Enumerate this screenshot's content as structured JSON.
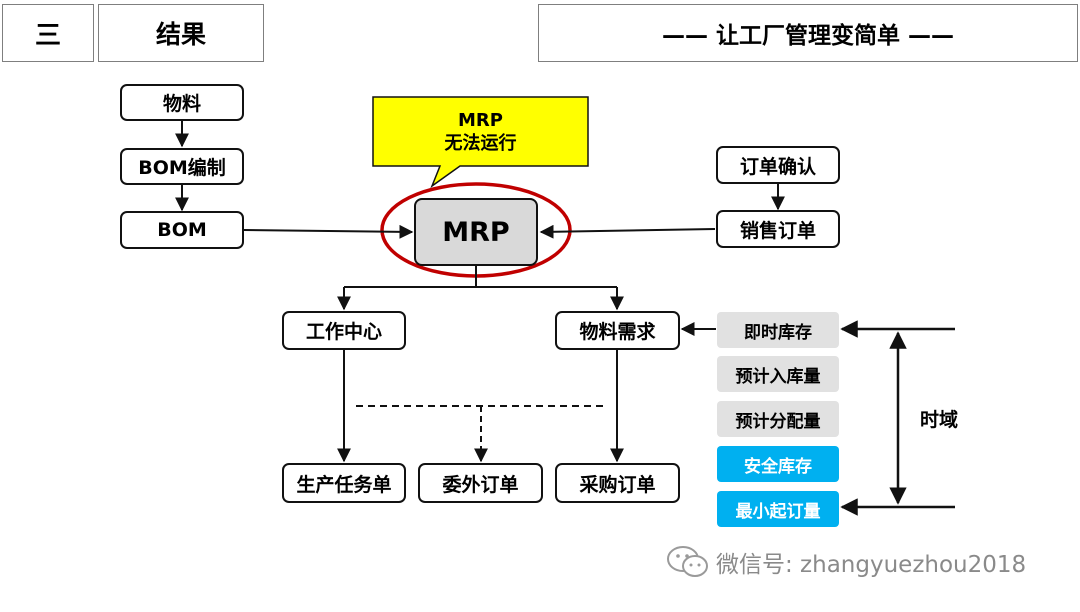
{
  "header": {
    "number": "三",
    "title": "结果",
    "slogan": "—— 让工厂管理变简单 ——"
  },
  "callout": {
    "line1": "MRP",
    "line2": "无法运行"
  },
  "nodes": {
    "material": "物料",
    "bom_compile": "BOM编制",
    "bom": "BOM",
    "mrp": "MRP",
    "order_confirm": "订单确认",
    "sales_order": "销售订单",
    "work_center": "工作中心",
    "material_demand": "物料需求",
    "production_order": "生产任务单",
    "outsource_order": "委外订单",
    "purchase_order": "采购订单"
  },
  "inventory": {
    "on_hand": "即时库存",
    "expected_receipt": "预计入库量",
    "expected_allocation": "预计分配量",
    "safety_stock": "安全库存",
    "min_order_qty": "最小起订量"
  },
  "time_domain_label": "时域",
  "watermark": "微信号: zhangyuezhou2018",
  "colors": {
    "callout_fill": "#ffff00",
    "ellipse_stroke": "#c00000",
    "mrp_fill": "#d9d9d9",
    "gray_fill": "#e1e1e1",
    "blue_fill": "#00b0f0"
  }
}
